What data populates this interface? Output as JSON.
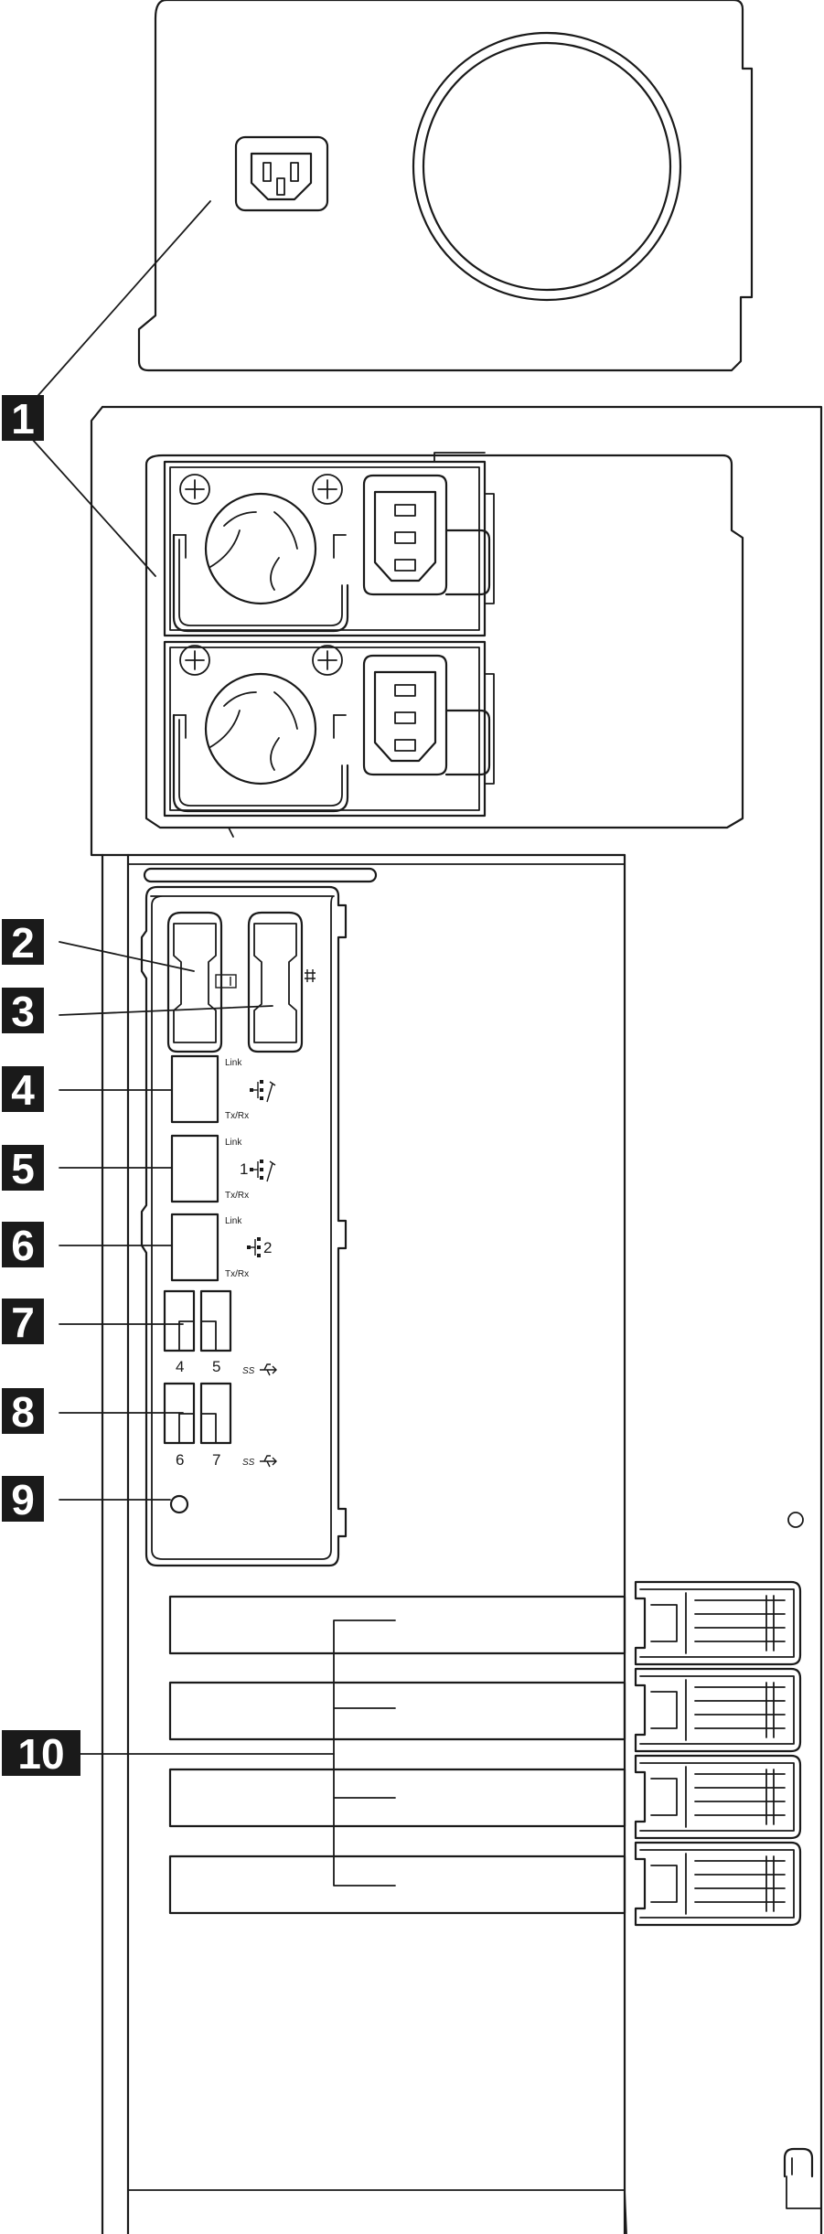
{
  "callouts": [
    {
      "id": "1",
      "label": "1"
    },
    {
      "id": "2",
      "label": "2"
    },
    {
      "id": "3",
      "label": "3"
    },
    {
      "id": "4",
      "label": "4"
    },
    {
      "id": "5",
      "label": "5"
    },
    {
      "id": "6",
      "label": "6"
    },
    {
      "id": "7",
      "label": "7"
    },
    {
      "id": "8",
      "label": "8"
    },
    {
      "id": "9",
      "label": "9"
    },
    {
      "id": "10",
      "label": "10"
    }
  ],
  "ports": {
    "link_label": "Link",
    "txrx_label": "Tx/Rx",
    "eth1_number": "1",
    "eth2_number": "2",
    "usb_group_a": [
      "4",
      "5"
    ],
    "usb_group_b": [
      "6",
      "7"
    ],
    "usb_ss_label": "SS"
  },
  "icons": {
    "vga": "vga-icon",
    "serial": "serial-icon",
    "mgmt_network": "network-wrench-icon",
    "network": "network-icon",
    "usb": "usb-icon",
    "power_inlet": "power-inlet-icon"
  }
}
